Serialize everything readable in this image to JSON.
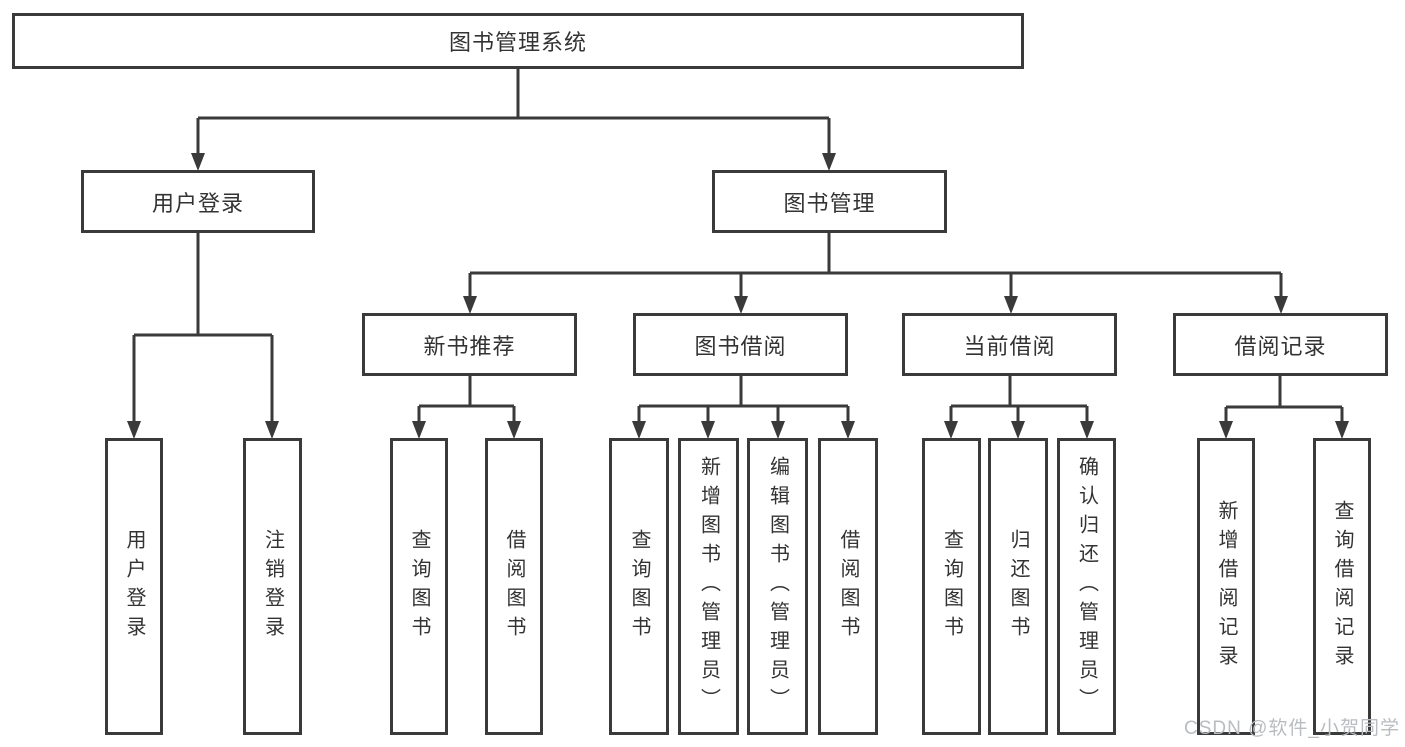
{
  "tree": {
    "label": "图书管理系统",
    "children": [
      {
        "label": "用户登录",
        "children": [
          {
            "label": "用户登录"
          },
          {
            "label": "注销登录"
          }
        ]
      },
      {
        "label": "图书管理",
        "children": [
          {
            "label": "新书推荐",
            "children": [
              {
                "label": "查询图书"
              },
              {
                "label": "借阅图书"
              }
            ]
          },
          {
            "label": "图书借阅",
            "children": [
              {
                "label": "查询图书"
              },
              {
                "label": "新增图书（管理员）"
              },
              {
                "label": "编辑图书（管理员）"
              },
              {
                "label": "借阅图书"
              }
            ]
          },
          {
            "label": "当前借阅",
            "children": [
              {
                "label": "查询图书"
              },
              {
                "label": "归还图书"
              },
              {
                "label": "确认归还（管理员）"
              }
            ]
          },
          {
            "label": "借阅记录",
            "children": [
              {
                "label": "新增借阅记录"
              },
              {
                "label": "查询借阅记录"
              }
            ]
          }
        ]
      }
    ]
  },
  "watermark": {
    "text": "CSDN @软件_小贺同学"
  },
  "colors": {
    "line": "#3a3a3a",
    "text": "#333333",
    "background": "#ffffff",
    "watermark": "#b9bdc1"
  }
}
